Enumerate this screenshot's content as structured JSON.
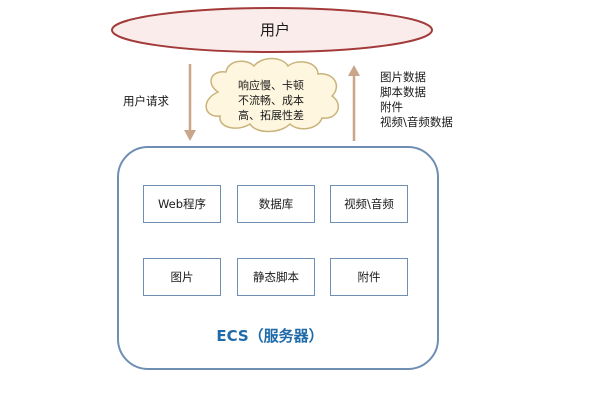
{
  "user": {
    "label": "用户"
  },
  "request": {
    "label": "用户请求"
  },
  "cloud": {
    "lines": [
      "响应慢、卡顿",
      "不流畅、成本",
      "高、拓展性差"
    ]
  },
  "response": {
    "items": [
      "图片数据",
      "脚本数据",
      "附件",
      "视频\\音频数据"
    ]
  },
  "server": {
    "label": "ECS（服务器）",
    "modules": [
      "Web程序",
      "数据库",
      "视频\\音频",
      "图片",
      "静态脚本",
      "附件"
    ]
  },
  "colors": {
    "ellipse_stroke": "#a33a3a",
    "ellipse_fill": "#fbecec",
    "arrow": "#c9a58a",
    "server_stroke": "#6e8fb3",
    "module_stroke": "#6e8fb3",
    "ecs_text": "#1f6aa8",
    "cloud_stroke": "#c9b37a",
    "cloud_fill": "#fff6df"
  }
}
